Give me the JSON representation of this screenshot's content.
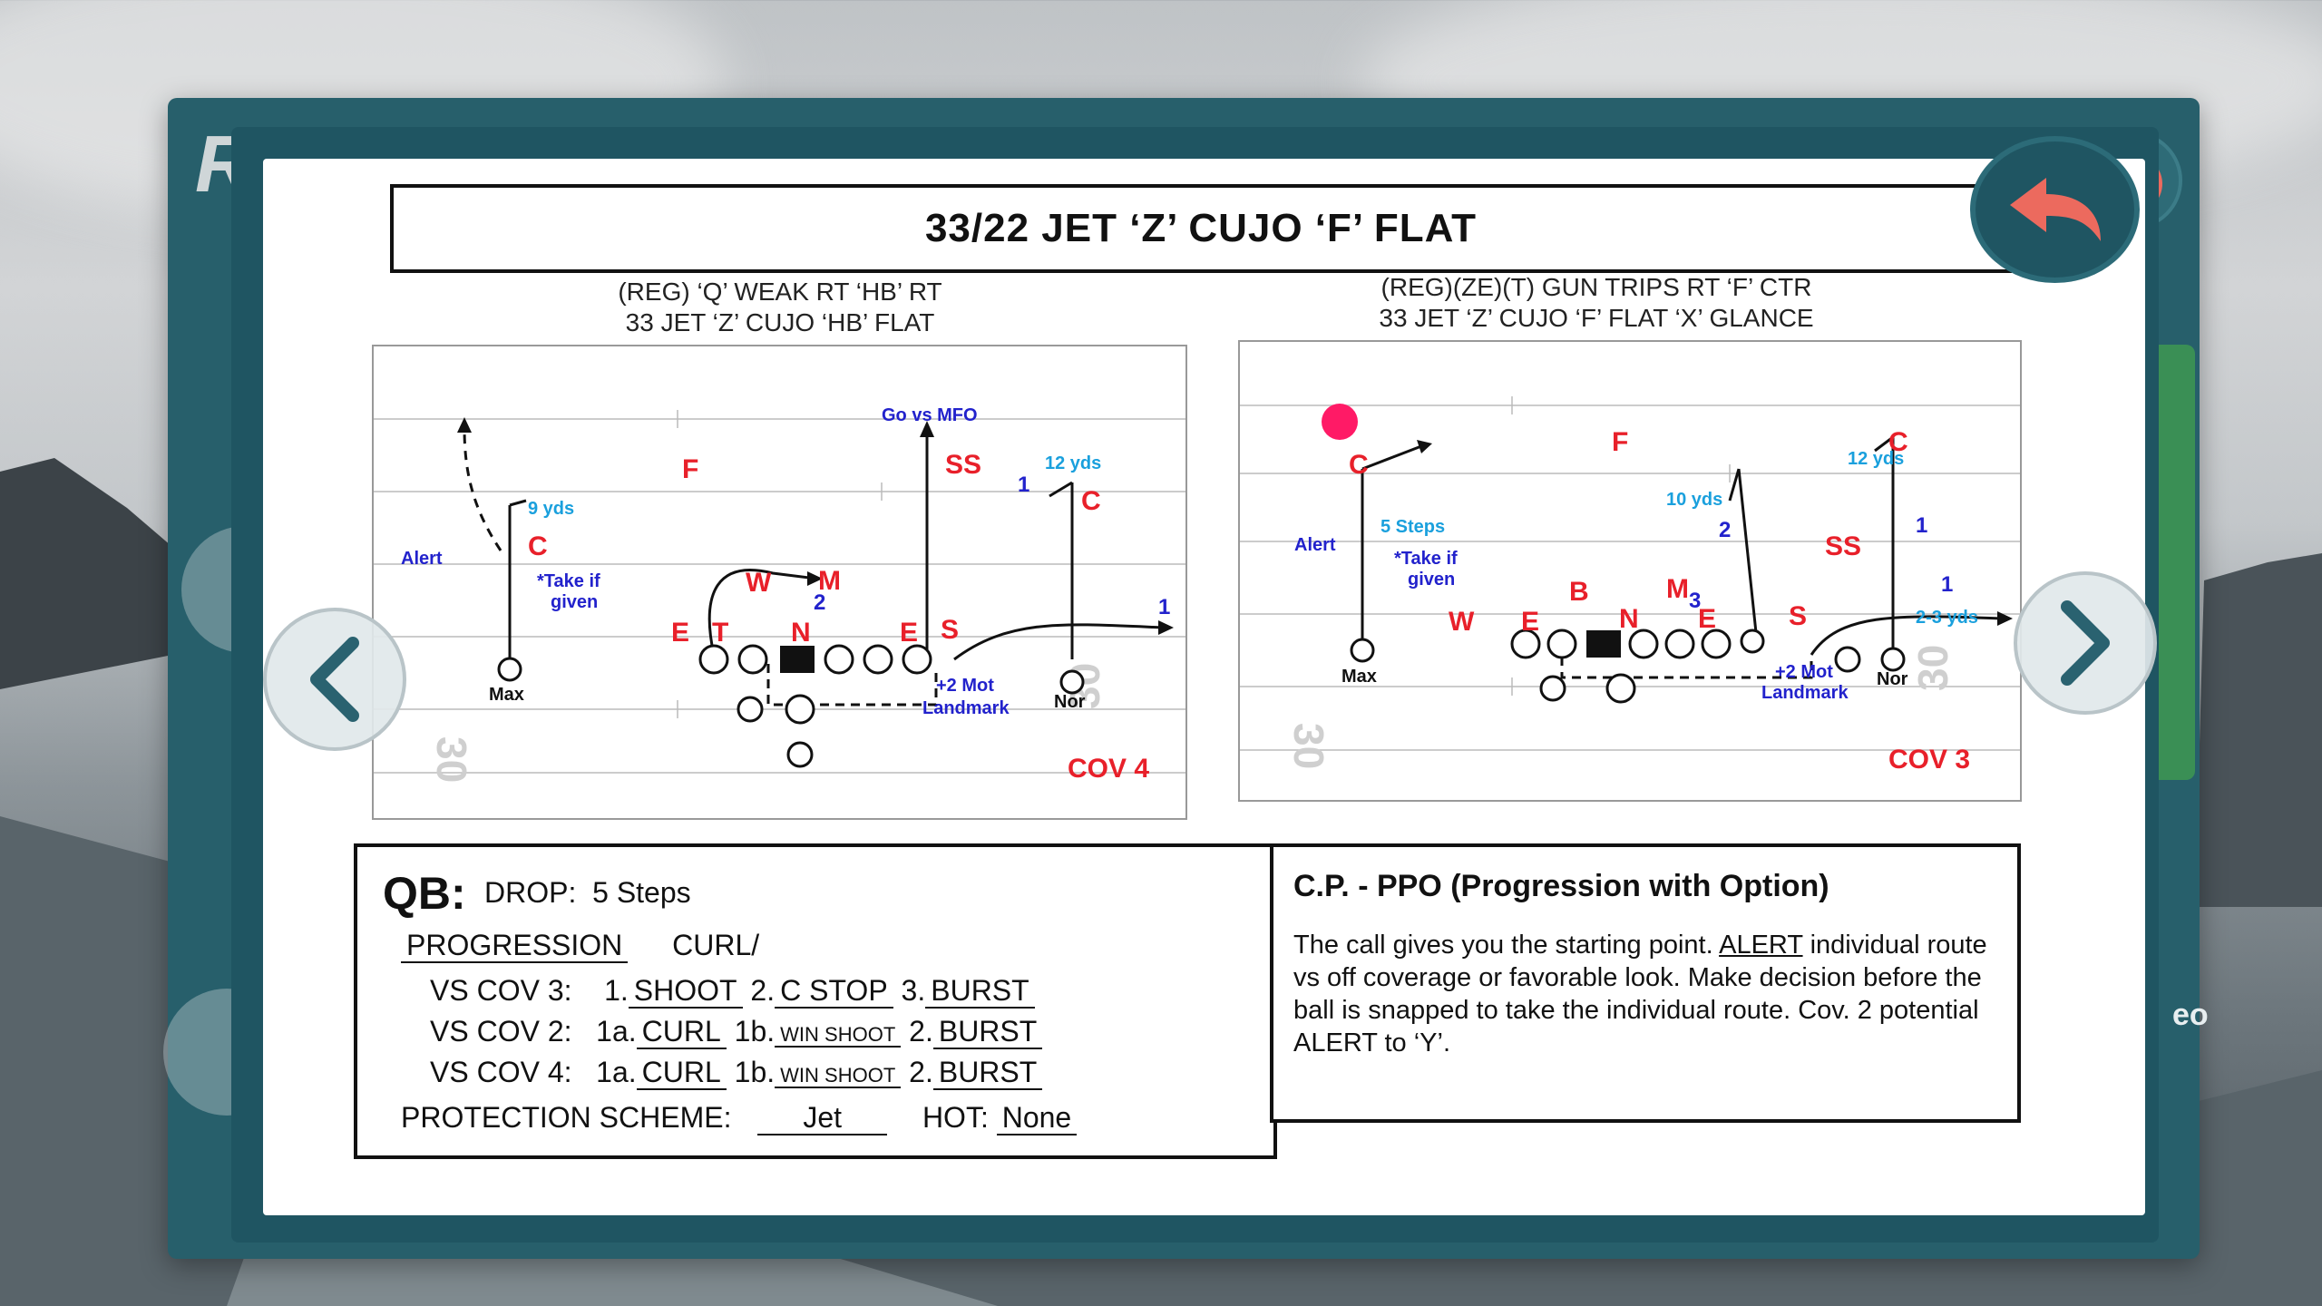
{
  "app": {
    "logo_text": "RE",
    "logo_accent": "",
    "side_text": "eo"
  },
  "play": {
    "title": "33/22 JET ‘Z’ CUJO ‘F’ FLAT",
    "left_sub_1": "(REG) ‘Q’ WEAK RT ‘HB’ RT",
    "left_sub_2": "33 JET ‘Z’ CUJO ‘HB’ FLAT",
    "right_sub_1": "(REG)(ZE)(T) GUN TRIPS RT ‘F’ CTR",
    "right_sub_2": "33 JET ‘Z’ CUJO ‘F’ FLAT ‘X’ GLANCE"
  },
  "diagram_left": {
    "go_vs_mfo": "Go vs MFO",
    "yds_9": "9 yds",
    "yds_12": "12 yds",
    "alert": "Alert",
    "take_if": "*Take if",
    "given": "given",
    "max": "Max",
    "nor": "Nor",
    "mot": "+2 Mot",
    "landmark": "Landmark",
    "cov": "COV 4",
    "yard": "30",
    "defenders": {
      "F": "F",
      "SS": "SS",
      "C1": "C",
      "C2": "C",
      "W": "W",
      "M": "M",
      "E1": "E",
      "T": "T",
      "N": "N",
      "E2": "E",
      "S": "S"
    },
    "nums": {
      "one_a": "1",
      "two": "2",
      "one_b": "1"
    }
  },
  "diagram_right": {
    "steps": "5 Steps",
    "yds_10": "10 yds",
    "yds_12": "12 yds",
    "yds_2": "2-3 yds",
    "alert": "Alert",
    "take_if": "*Take if",
    "given": "given",
    "max": "Max",
    "nor": "Nor",
    "mot": "+2 Mot",
    "landmark": "Landmark",
    "cov": "COV 3",
    "yard": "30",
    "defenders": {
      "C1": "C",
      "F": "F",
      "C2": "C",
      "SS": "SS",
      "B": "B",
      "M": "M",
      "W": "W",
      "E1": "E",
      "N": "N",
      "E2": "E",
      "S": "S"
    },
    "nums": {
      "two": "2",
      "one_a": "1",
      "three": "3",
      "one_b": "1"
    }
  },
  "qb": {
    "title": "QB:",
    "drop_label": "DROP:",
    "drop_value": "5 Steps",
    "progression": "PROGRESSION",
    "curl_header": "CURL/",
    "cov3_label": "VS COV 3:",
    "cov3_1": "1.",
    "cov3_1v": "SHOOT",
    "cov3_2": "2.",
    "cov3_2v": "C STOP",
    "cov3_3": "3.",
    "cov3_3v": "BURST",
    "cov2_label": "VS COV 2:",
    "cov2_1": "1a.",
    "cov2_1v": "CURL",
    "cov2_2": "1b.",
    "cov2_2v": "WIN SHOOT",
    "cov2_3": "2.",
    "cov2_3v": "BURST",
    "cov4_label": "VS COV 4:",
    "cov4_1": "1a.",
    "cov4_1v": "CURL",
    "cov4_2": "1b.",
    "cov4_2v": "WIN SHOOT",
    "cov4_3": "2.",
    "cov4_3v": "BURST",
    "protection_label": "PROTECTION SCHEME:",
    "protection_value": "Jet",
    "hot_label": "HOT:",
    "hot_value": "None"
  },
  "cp": {
    "title": "C.P. -  PPO (Progression with Option)",
    "text_1": "The call gives you the starting point.",
    "text_alert": "ALERT",
    "text_2": "individual route vs off coverage or favorable look. Make decision before the ball is snapped to take the individual route. Cov. 2 potential ALERT to ‘Y’."
  },
  "colors": {
    "panel": "#1f5562",
    "red": "#e8202a",
    "blue": "#2222cc",
    "cyan": "#1aa0dd",
    "back_arrow": "#ec6a5e"
  }
}
